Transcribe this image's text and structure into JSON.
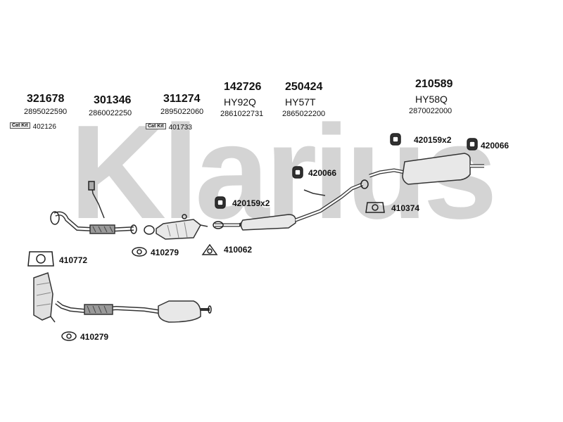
{
  "watermark": "Klarius",
  "catkit_badge": "Cat Kit",
  "groups": [
    {
      "part_number": "321678",
      "oe_number": "2895022590",
      "catkit_number": "402126"
    },
    {
      "part_number": "301346",
      "oe_number": "2860022250"
    },
    {
      "part_number": "311274",
      "oe_number": "2895022060",
      "catkit_number": "401733"
    },
    {
      "part_number": "142726",
      "code": "HY92Q",
      "oe_number": "2861022731"
    },
    {
      "part_number": "250424",
      "code": "HY57T",
      "oe_number": "2865022200"
    },
    {
      "part_number": "210589",
      "code": "HY58Q",
      "oe_number": "2870022000"
    }
  ],
  "fittings": [
    {
      "id": "420159x2",
      "label": "420159x2"
    },
    {
      "id": "420066a",
      "label": "420066"
    },
    {
      "id": "420066b",
      "label": "420066"
    },
    {
      "id": "420159x2b",
      "label": "420159x2"
    },
    {
      "id": "410374",
      "label": "410374"
    },
    {
      "id": "410772",
      "label": "410772"
    },
    {
      "id": "410279a",
      "label": "410279"
    },
    {
      "id": "410062",
      "label": "410062"
    },
    {
      "id": "410279b",
      "label": "410279"
    }
  ]
}
